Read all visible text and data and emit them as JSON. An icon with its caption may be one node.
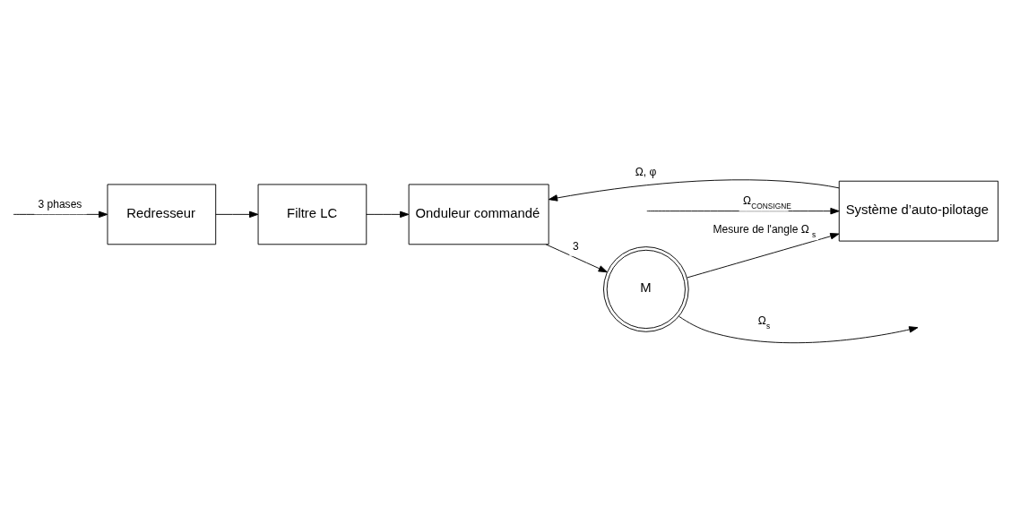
{
  "diagram": {
    "nodes": [
      {
        "text": [
          "Redresseur"
        ]
      },
      {
        "text": [
          "Filtre LC"
        ]
      },
      {
        "text": [
          "Onduleur commandé"
        ]
      },
      {
        "text": [
          "M"
        ]
      },
      {
        "text": [
          "Système d’auto-pilotage"
        ]
      }
    ],
    "edges": [
      {
        "from": null,
        "to": 0,
        "arrow": "to",
        "label": "3 phases"
      },
      {
        "from": 0,
        "to": 1,
        "arrow": "to"
      },
      {
        "from": 1,
        "to": 2,
        "arrow": "to"
      },
      {
        "from": 2,
        "to": 3,
        "arrow": "to",
        "label": "3"
      },
      {
        "from": 3,
        "to": null,
        "arrow": "to",
        "label": "Ω$_{s}$"
      },
      {
        "from": 3,
        "to": 4,
        "arrow": "to",
        "label": "Mesure de l'angle Ω$_{s}$"
      },
      {
        "from": 4,
        "to": 2,
        "arrow": "to",
        "label": "Ω, φ"
      },
      {
        "from": null,
        "to": 4,
        "arrow": "to",
        "label": "Ω$_{CONSIGNE}$"
      }
    ]
  }
}
